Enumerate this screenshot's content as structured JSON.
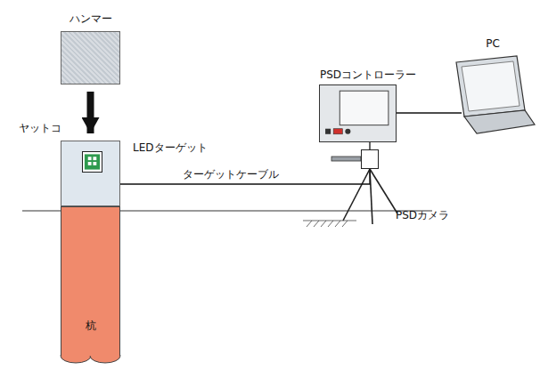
{
  "diagram": {
    "nodes": [
      {
        "text": [
          "ハンマー"
        ]
      },
      {
        "text": [
          "ヤットコ"
        ]
      },
      {
        "text": [
          "LEDターゲット"
        ],
        "in": 1
      },
      {
        "text": [
          "杭"
        ]
      },
      {
        "text": [
          "PSDカメラ"
        ]
      },
      {
        "text": [
          "PSDコントローラー"
        ]
      },
      {
        "text": [
          "PC"
        ]
      }
    ],
    "edges": [
      {
        "from": 0,
        "to": 1,
        "arrow": "to"
      },
      {
        "from": 2,
        "to": 4,
        "label": "ターゲットケーブル",
        "arrow": "none"
      },
      {
        "from": 5,
        "to": 4,
        "arrow": "none"
      },
      {
        "from": 5,
        "to": 6,
        "arrow": "none"
      }
    ]
  }
}
